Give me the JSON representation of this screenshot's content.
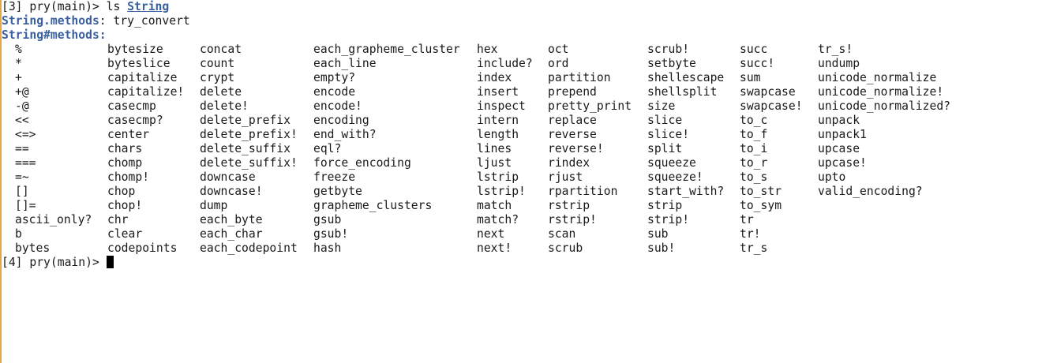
{
  "prompt_line_1": {
    "prefix": "[3] pry(main)> ",
    "command": "ls ",
    "argument": "String"
  },
  "class_methods": {
    "label": "String.methods",
    "separator": ": ",
    "value": "try_convert"
  },
  "instance_methods_label": "String#methods:",
  "method_columns": [
    [
      "%",
      "*",
      "+",
      "+@",
      "-@",
      "<<",
      "<=>",
      "==",
      "===",
      "=~",
      "[]",
      "[]=",
      "ascii_only?",
      "b",
      "bytes"
    ],
    [
      "bytesize",
      "byteslice",
      "capitalize",
      "capitalize!",
      "casecmp",
      "casecmp?",
      "center",
      "chars",
      "chomp",
      "chomp!",
      "chop",
      "chop!",
      "chr",
      "clear",
      "codepoints"
    ],
    [
      "concat",
      "count",
      "crypt",
      "delete",
      "delete!",
      "delete_prefix",
      "delete_prefix!",
      "delete_suffix",
      "delete_suffix!",
      "downcase",
      "downcase!",
      "dump",
      "each_byte",
      "each_char",
      "each_codepoint"
    ],
    [
      "each_grapheme_cluster",
      "each_line",
      "empty?",
      "encode",
      "encode!",
      "encoding",
      "end_with?",
      "eql?",
      "force_encoding",
      "freeze",
      "getbyte",
      "grapheme_clusters",
      "gsub",
      "gsub!",
      "hash"
    ],
    [
      "hex",
      "include?",
      "index",
      "insert",
      "inspect",
      "intern",
      "length",
      "lines",
      "ljust",
      "lstrip",
      "lstrip!",
      "match",
      "match?",
      "next",
      "next!"
    ],
    [
      "oct",
      "ord",
      "partition",
      "prepend",
      "pretty_print",
      "replace",
      "reverse",
      "reverse!",
      "rindex",
      "rjust",
      "rpartition",
      "rstrip",
      "rstrip!",
      "scan",
      "scrub"
    ],
    [
      "scrub!",
      "setbyte",
      "shellescape",
      "shellsplit",
      "size",
      "slice",
      "slice!",
      "split",
      "squeeze",
      "squeeze!",
      "start_with?",
      "strip",
      "strip!",
      "sub",
      "sub!"
    ],
    [
      "succ",
      "succ!",
      "sum",
      "swapcase",
      "swapcase!",
      "to_c",
      "to_f",
      "to_i",
      "to_r",
      "to_s",
      "to_str",
      "to_sym",
      "tr",
      "tr!",
      "tr_s"
    ],
    [
      "tr_s!",
      "undump",
      "unicode_normalize",
      "unicode_normalize!",
      "unicode_normalized?",
      "unpack",
      "unpack1",
      "upcase",
      "upcase!",
      "upto",
      "valid_encoding?"
    ]
  ],
  "prompt_line_2": {
    "prefix": "[4] pry(main)> "
  }
}
